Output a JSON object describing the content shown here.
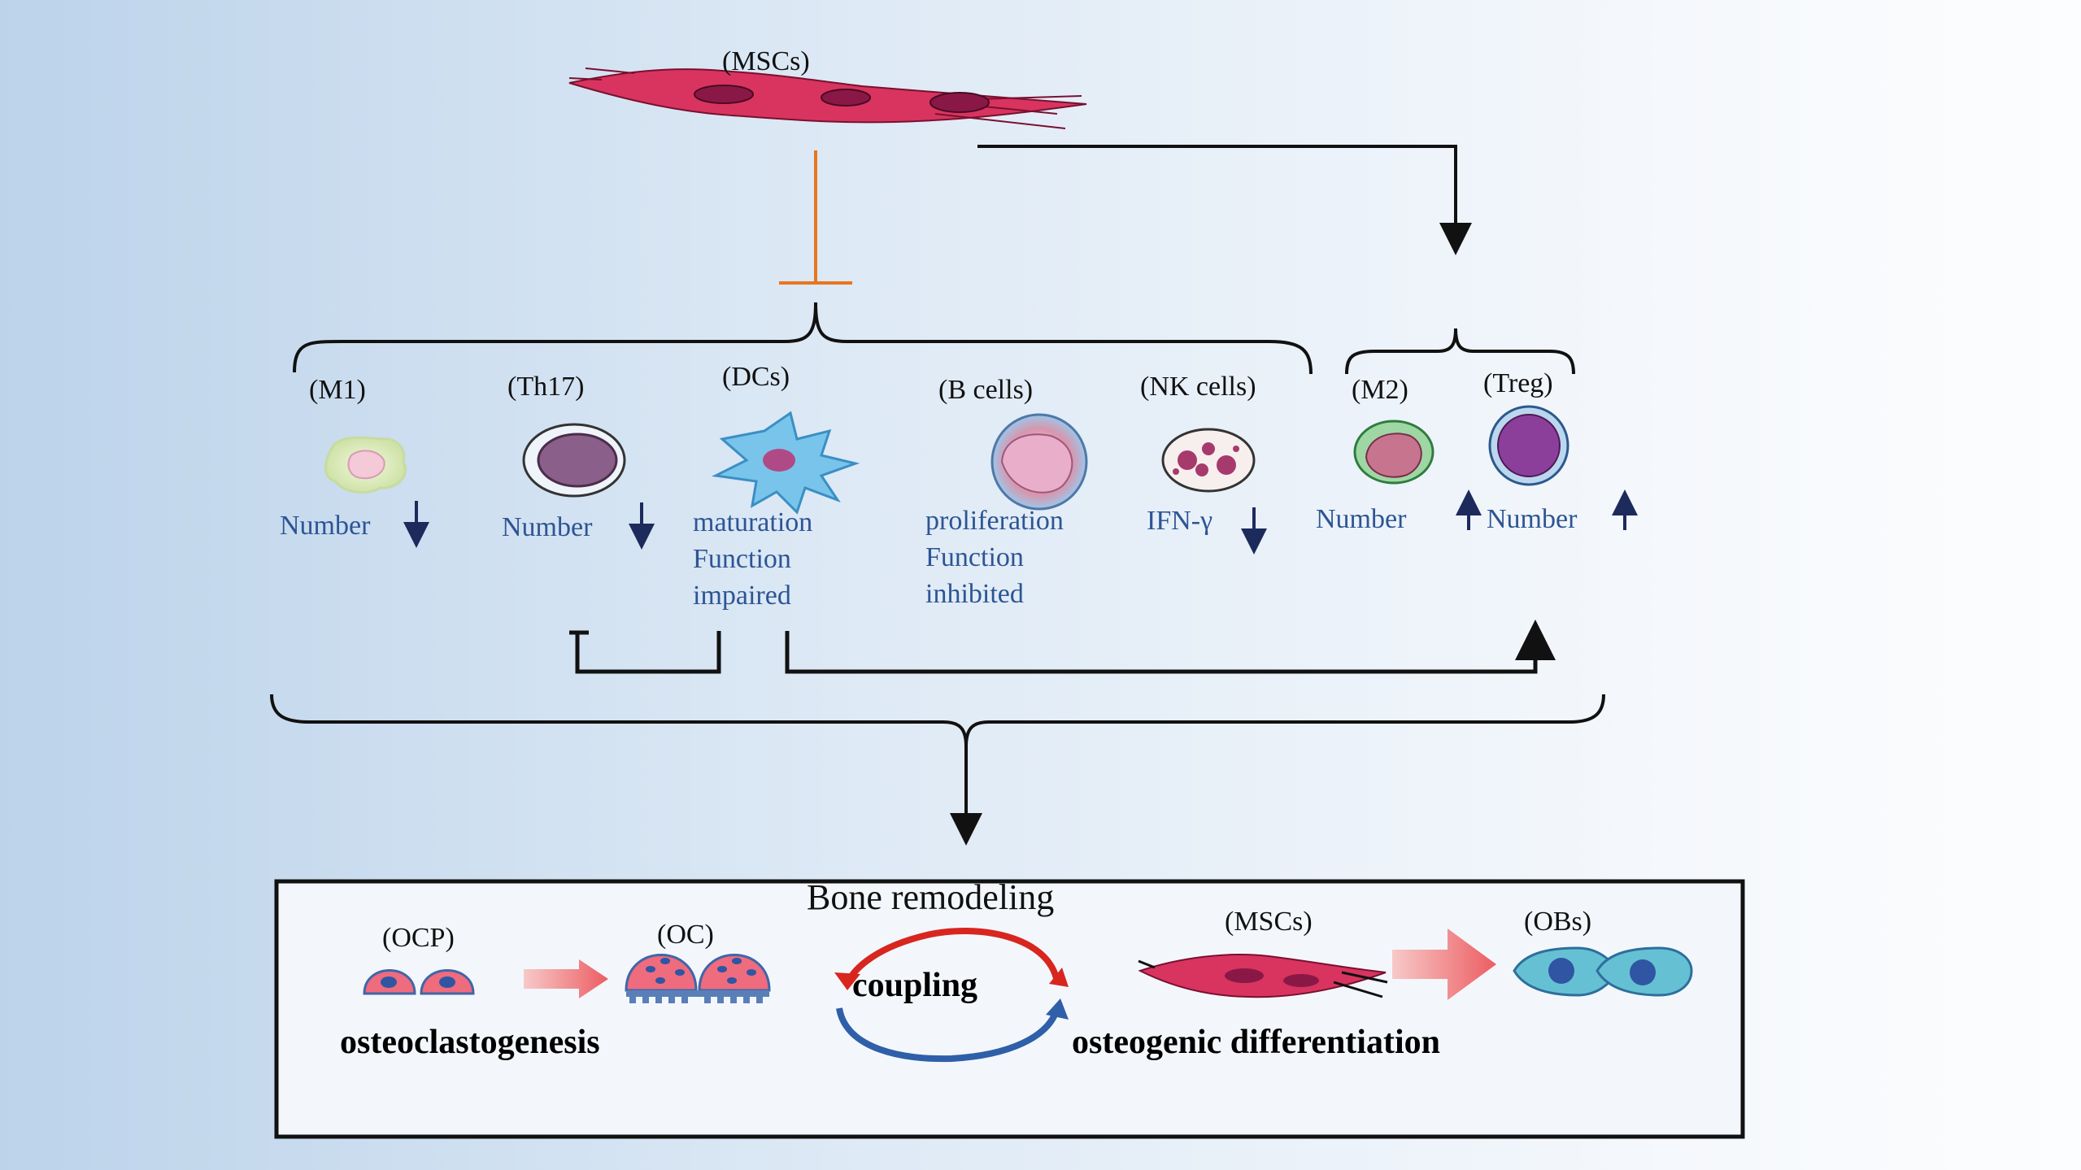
{
  "top": {
    "msc_label": "(MSCs)"
  },
  "cells": {
    "m1": {
      "label": "(M1)",
      "effect": "Number"
    },
    "th17": {
      "label": "(Th17)",
      "effect": "Number"
    },
    "dcs": {
      "label": "(DCs)",
      "effect_line1": "maturation",
      "effect_line2": "Function",
      "effect_line3": "impaired"
    },
    "bcells": {
      "label": "(B cells)",
      "effect_line1": "proliferation",
      "effect_line2": "Function",
      "effect_line3": "inhibited"
    },
    "nk": {
      "label": "(NK cells)",
      "effect": "IFN-γ"
    },
    "m2": {
      "label": "(M2)",
      "effect": "Number"
    },
    "treg": {
      "label": "(Treg)",
      "effect": "Number"
    }
  },
  "bottom": {
    "title": "Bone remodeling",
    "ocp_label": "(OCP)",
    "oc_label": "(OC)",
    "coupling": "coupling",
    "osteoclastogenesis": "osteoclastogenesis",
    "msc_label": "(MSCs)",
    "obs_label": "(OBs)",
    "osteogenic": "osteogenic differentiation"
  },
  "colors": {
    "msc_pink": "#d8345f",
    "inhibit_orange": "#e8761f",
    "text_blue": "#2d5594",
    "arrow_navy": "#1c2a5c"
  }
}
